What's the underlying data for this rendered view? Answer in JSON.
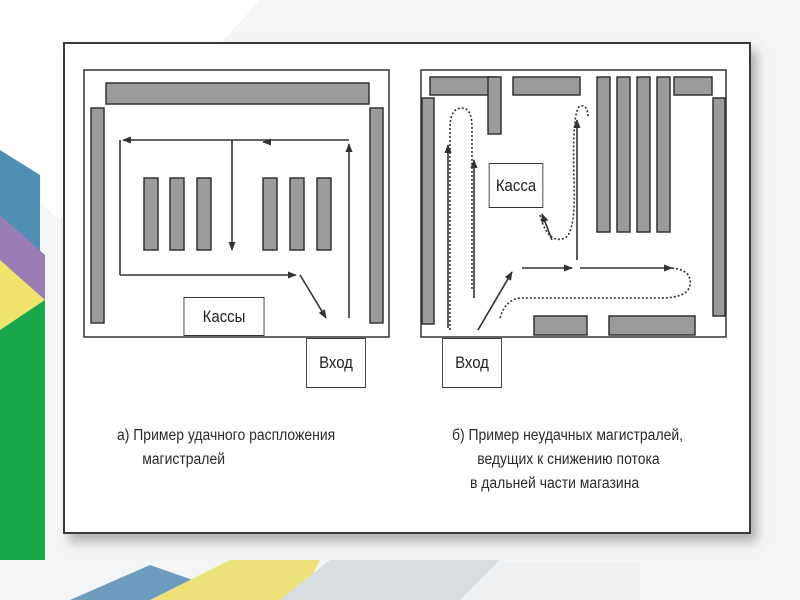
{
  "diagram": {
    "left_plan": {
      "register_label": "Кассы",
      "entrance_label": "Вход",
      "caption_lines": [
        "а) Пример удачного распложения",
        "магистралей"
      ]
    },
    "right_plan": {
      "register_label": "Касса",
      "entrance_label": "Вход",
      "caption_lines": [
        "б) Пример неудачных магистралей,",
        "ведущих к снижению потока",
        "в дальней части магазина"
      ]
    }
  },
  "colors": {
    "shelf_fill": "#9b9b9b",
    "line": "#333333",
    "accent_green": "#1aa84b",
    "accent_purple": "#9b7fb3",
    "accent_yellow": "#f2e56b",
    "accent_blue": "#5b8fb3"
  }
}
